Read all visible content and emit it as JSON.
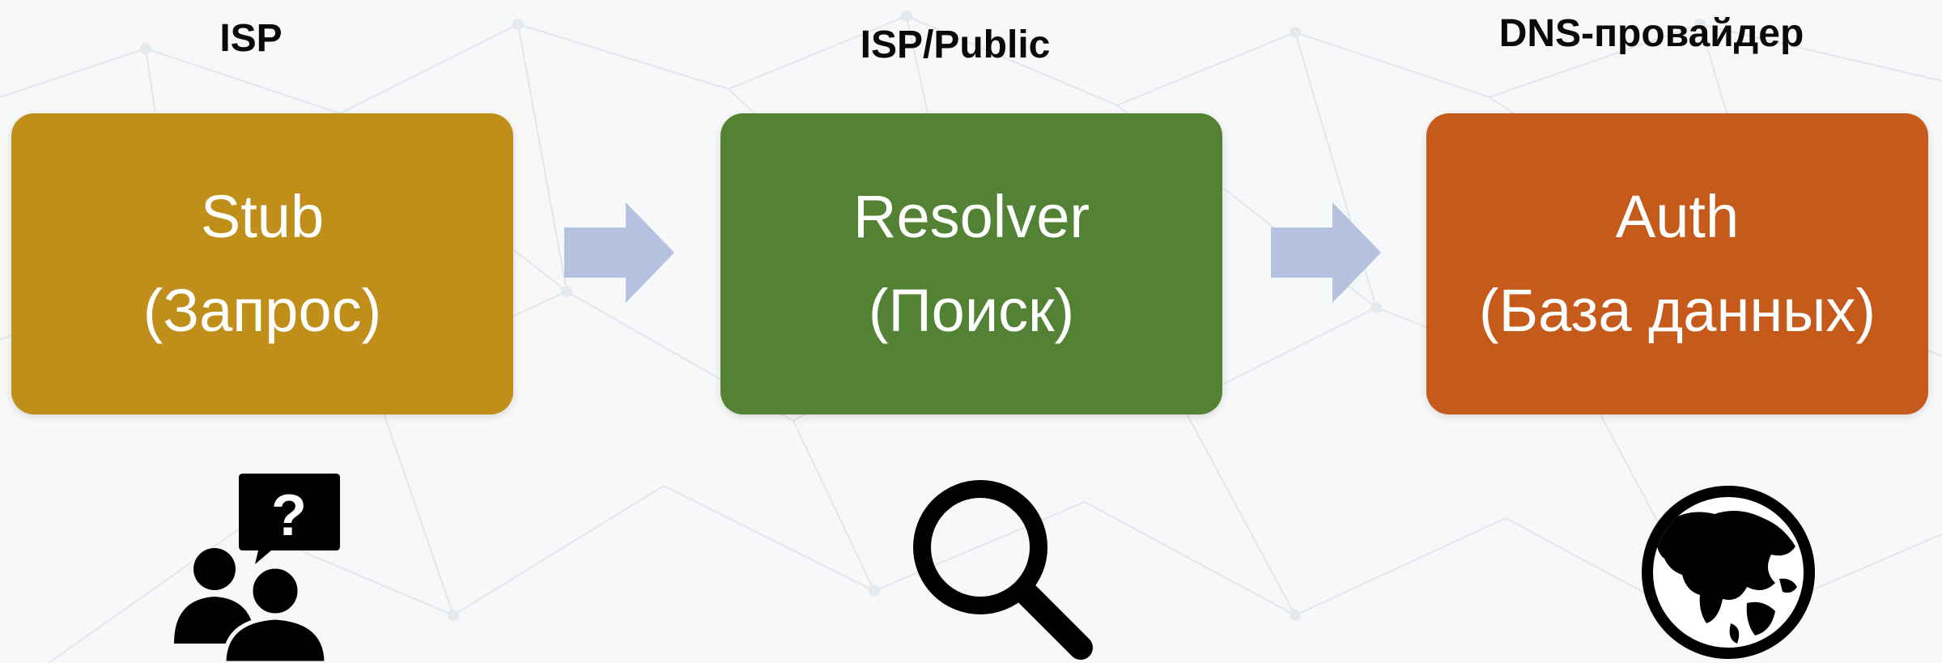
{
  "stages": [
    {
      "provider": "ISP",
      "title": "Stub",
      "subtitle": "(Запрос)",
      "color": "#bf8f1a",
      "icon": "users-question-icon"
    },
    {
      "provider": "ISP/Public",
      "title": "Resolver",
      "subtitle": "(Поиск)",
      "color": "#548235",
      "icon": "magnifier-icon"
    },
    {
      "provider": "DNS-провайдер",
      "title": "Auth",
      "subtitle": "(База данных)",
      "color": "#c55a1a",
      "icon": "globe-icon"
    }
  ],
  "arrow_color": "#b4c2e0",
  "background_color": "#f7f8f9"
}
